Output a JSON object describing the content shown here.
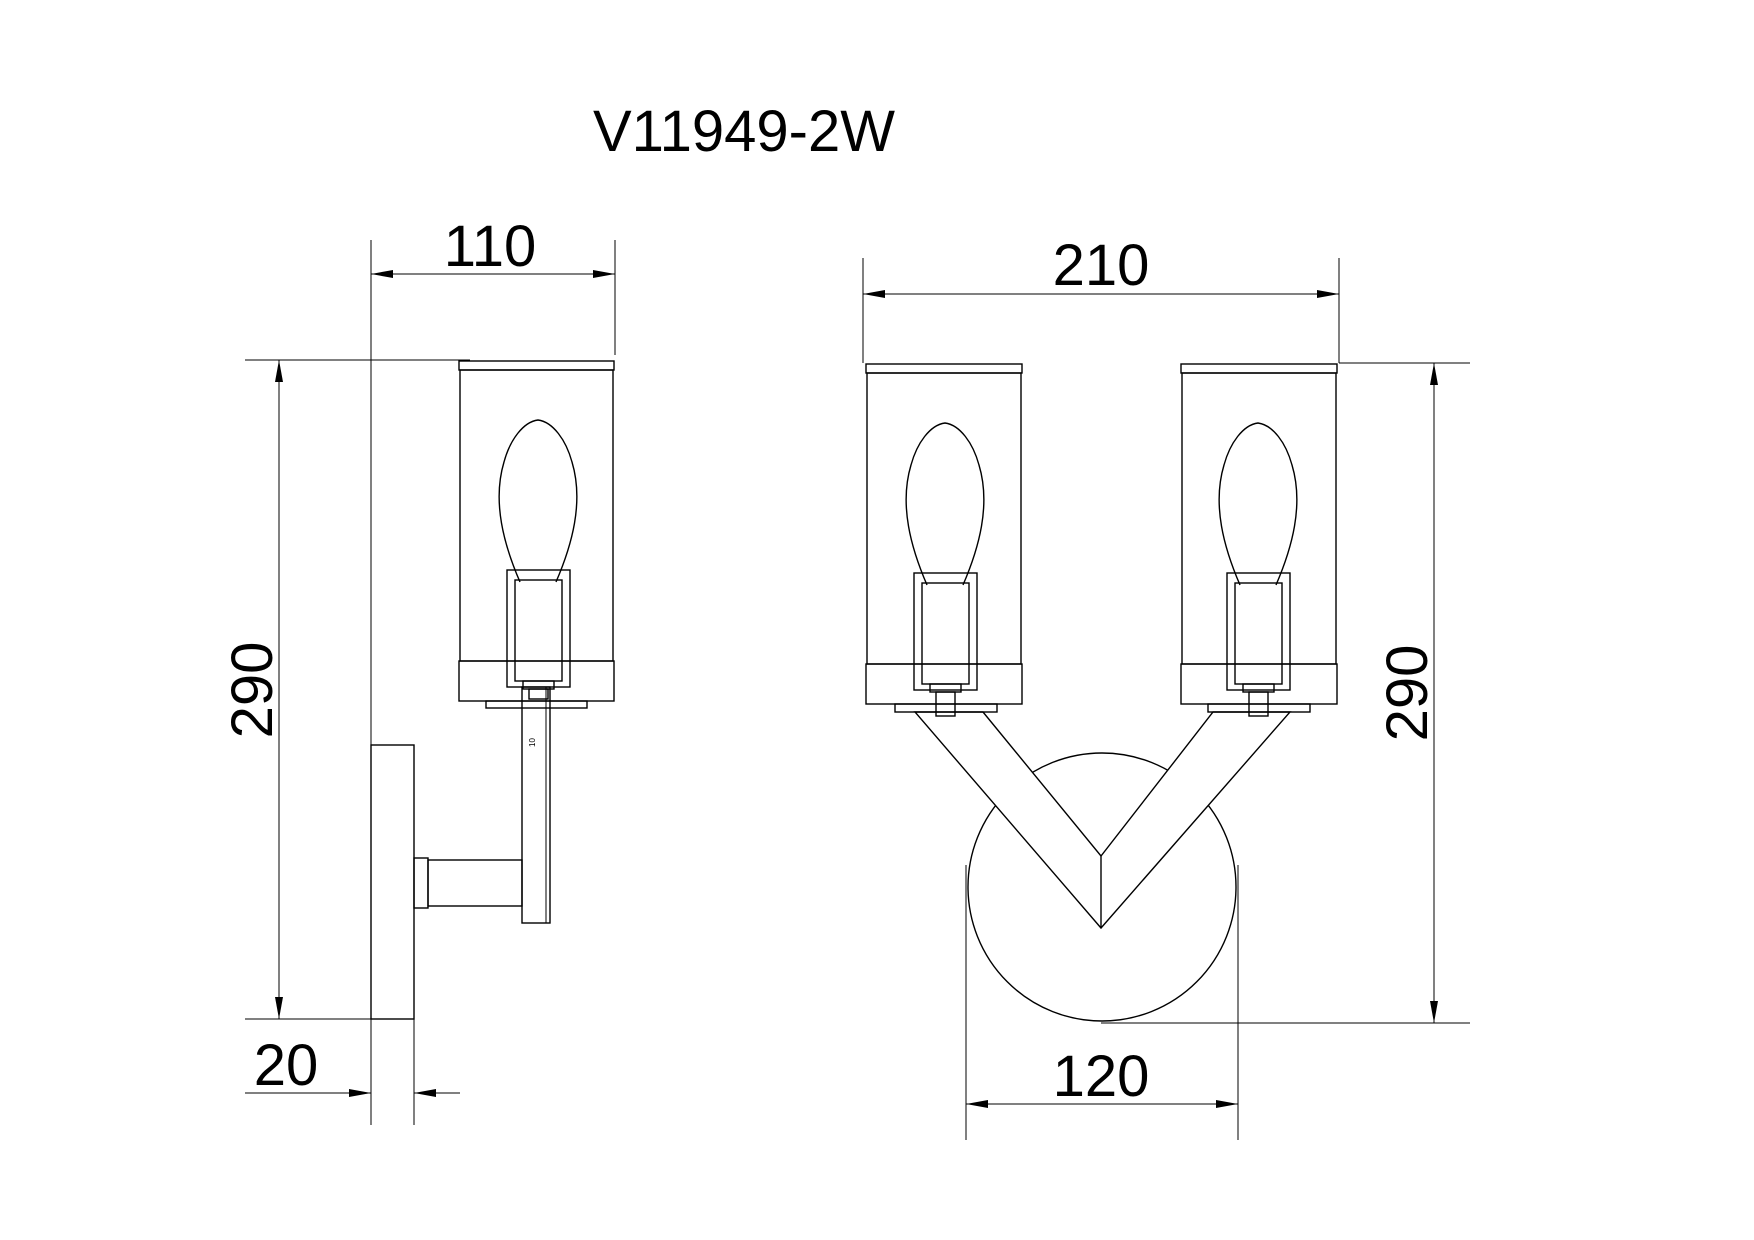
{
  "model": "V11949-2W",
  "side_view": {
    "width_label": "110",
    "height_label": "290",
    "depth_label": "20",
    "detail_label": "10"
  },
  "front_view": {
    "width_label": "210",
    "height_label": "290",
    "backplate_label": "120"
  }
}
